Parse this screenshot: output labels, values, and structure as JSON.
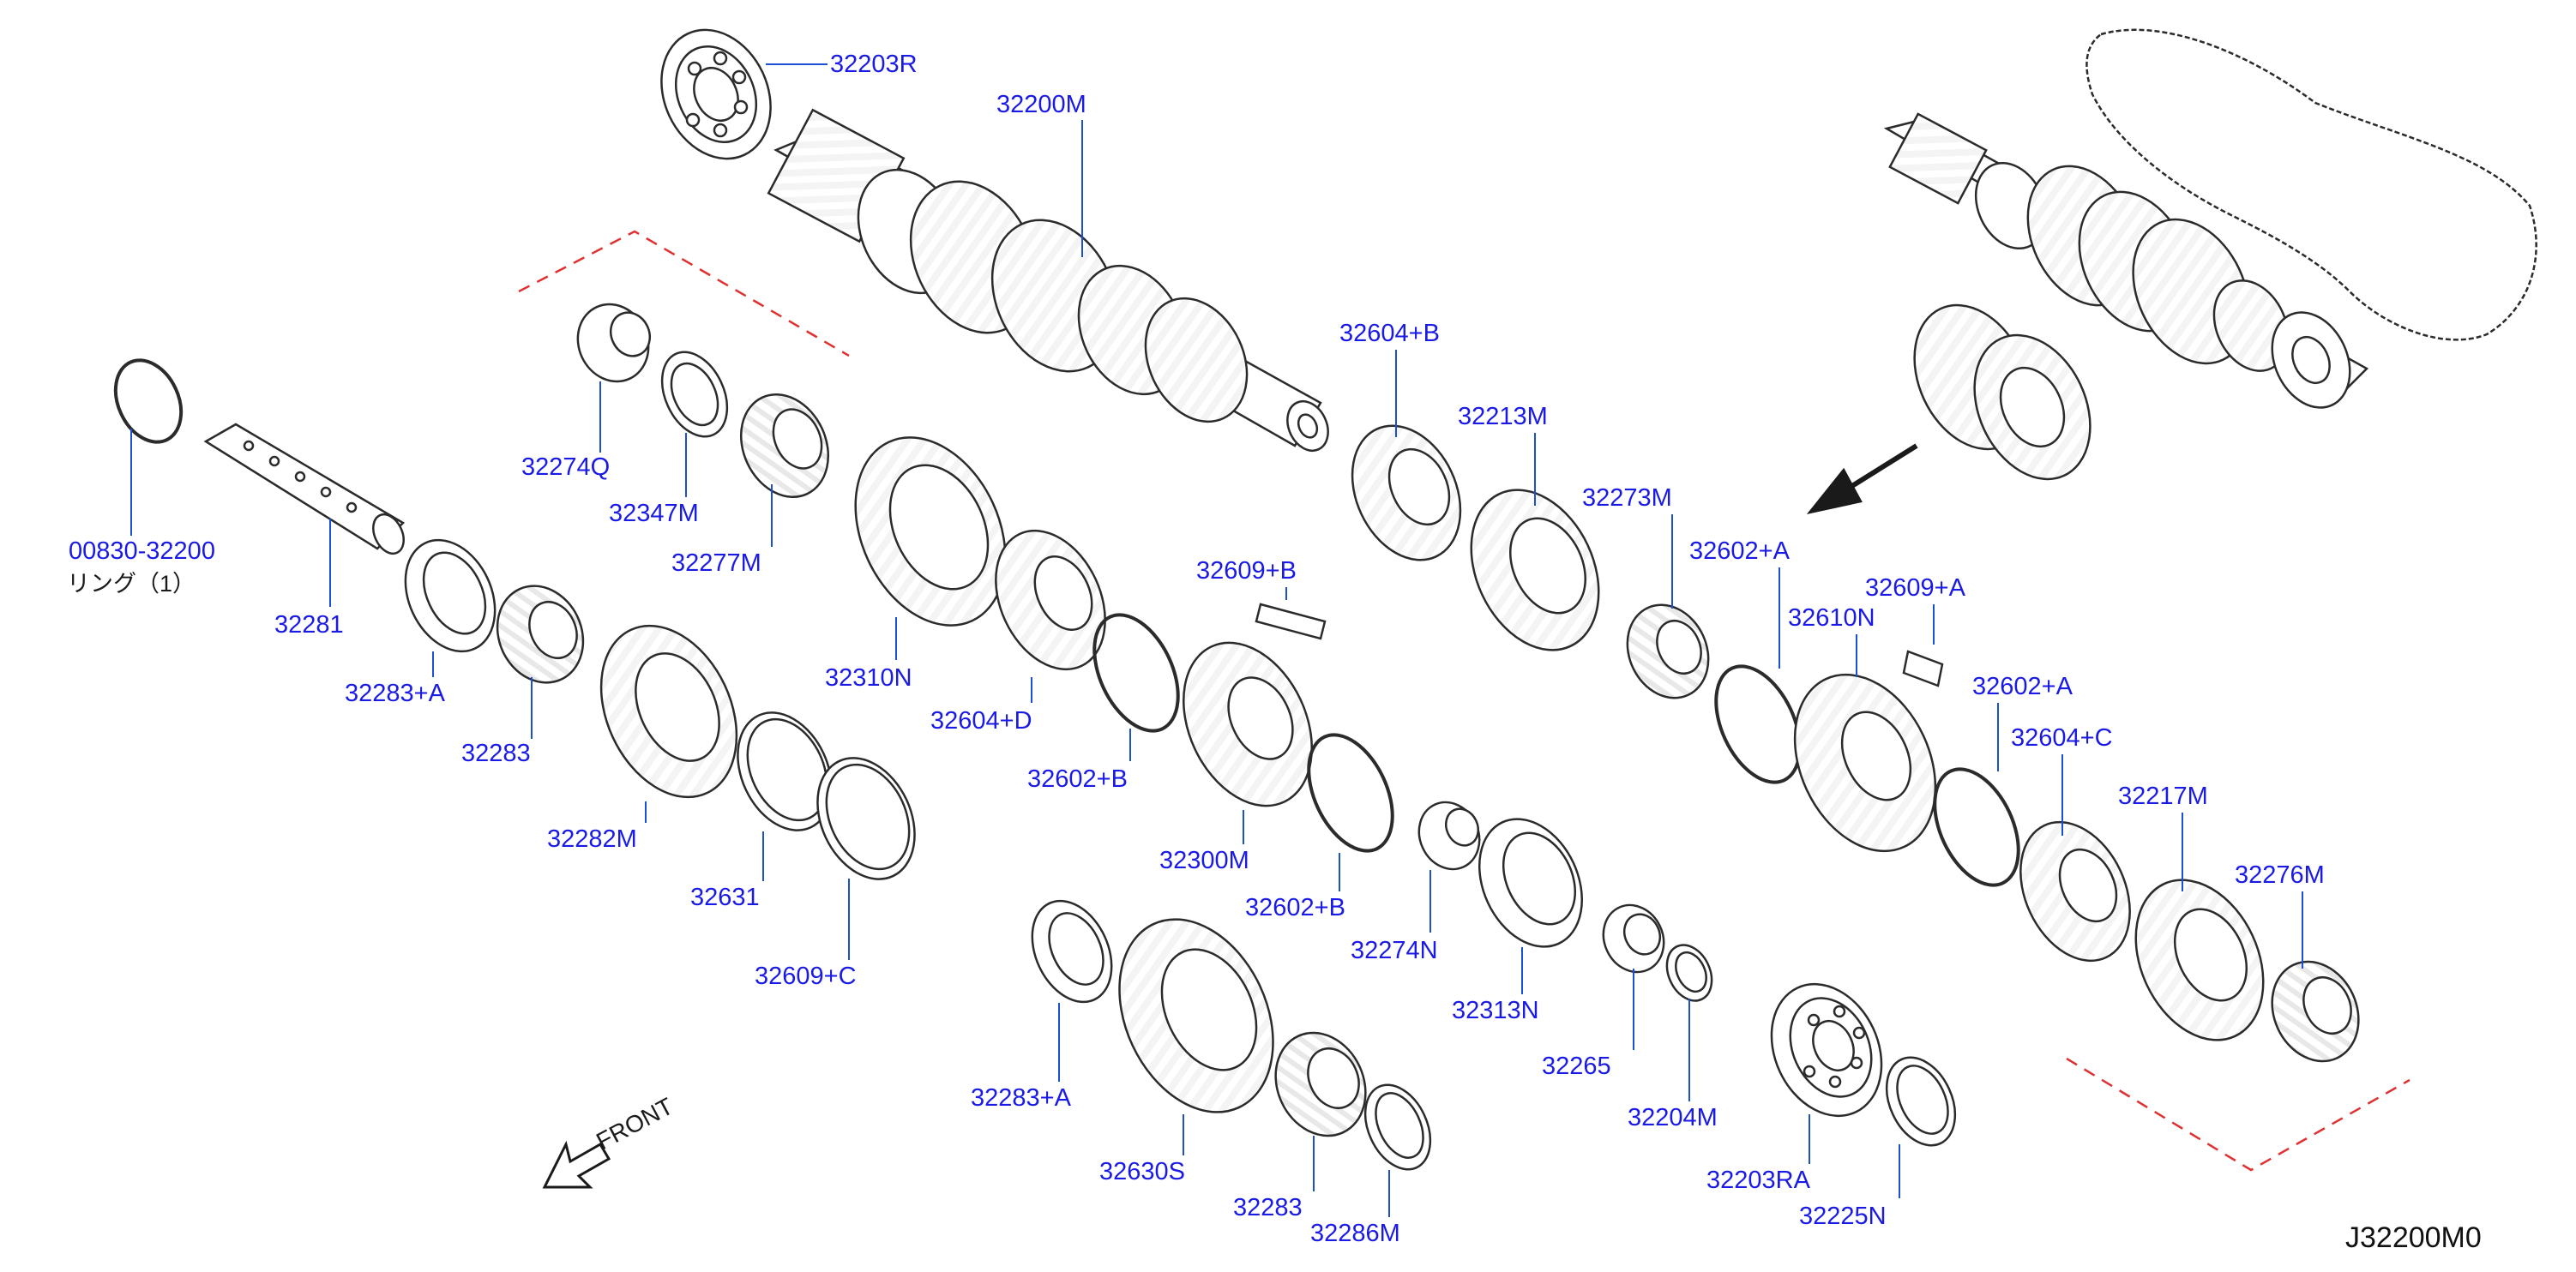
{
  "diagram": {
    "reference_code": "J32200M0",
    "front_label": "FRONT",
    "note": "リング（1）"
  },
  "colors": {
    "label": "#1a1ae6",
    "leader": "#1a4fd6",
    "part_line": "#2b2b2b",
    "dashed": "#e03030",
    "background": "#ffffff"
  },
  "callouts": [
    {
      "id": "p32203r",
      "label": "32203R"
    },
    {
      "id": "p32200m",
      "label": "32200M"
    },
    {
      "id": "p32604b",
      "label": "32604+B"
    },
    {
      "id": "p32213m",
      "label": "32213M"
    },
    {
      "id": "p32273m",
      "label": "32273M"
    },
    {
      "id": "p32602a1",
      "label": "32602+A"
    },
    {
      "id": "p32609b",
      "label": "32609+B"
    },
    {
      "id": "p32609a",
      "label": "32609+A"
    },
    {
      "id": "p32610n",
      "label": "32610N"
    },
    {
      "id": "p32602a2",
      "label": "32602+A"
    },
    {
      "id": "p32604c",
      "label": "32604+C"
    },
    {
      "id": "p32217m",
      "label": "32217M"
    },
    {
      "id": "p32276m",
      "label": "32276M"
    },
    {
      "id": "p00830",
      "label": "00830-32200"
    },
    {
      "id": "p32281",
      "label": "32281"
    },
    {
      "id": "p32274q",
      "label": "32274Q"
    },
    {
      "id": "p32347m",
      "label": "32347M"
    },
    {
      "id": "p32277m",
      "label": "32277M"
    },
    {
      "id": "p32283a1",
      "label": "32283+A"
    },
    {
      "id": "p32283_1",
      "label": "32283"
    },
    {
      "id": "p32310n",
      "label": "32310N"
    },
    {
      "id": "p32604d",
      "label": "32604+D"
    },
    {
      "id": "p32602b1",
      "label": "32602+B"
    },
    {
      "id": "p32282m",
      "label": "32282M"
    },
    {
      "id": "p32631",
      "label": "32631"
    },
    {
      "id": "p32609c",
      "label": "32609+C"
    },
    {
      "id": "p32300m",
      "label": "32300M"
    },
    {
      "id": "p32602b2",
      "label": "32602+B"
    },
    {
      "id": "p32274n",
      "label": "32274N"
    },
    {
      "id": "p32313n",
      "label": "32313N"
    },
    {
      "id": "p32265",
      "label": "32265"
    },
    {
      "id": "p32204m",
      "label": "32204M"
    },
    {
      "id": "p32203ra",
      "label": "32203RA"
    },
    {
      "id": "p32225n",
      "label": "32225N"
    },
    {
      "id": "p32283a2",
      "label": "32283+A"
    },
    {
      "id": "p32630s",
      "label": "32630S"
    },
    {
      "id": "p32283_2",
      "label": "32283"
    },
    {
      "id": "p32286m",
      "label": "32286M"
    }
  ]
}
